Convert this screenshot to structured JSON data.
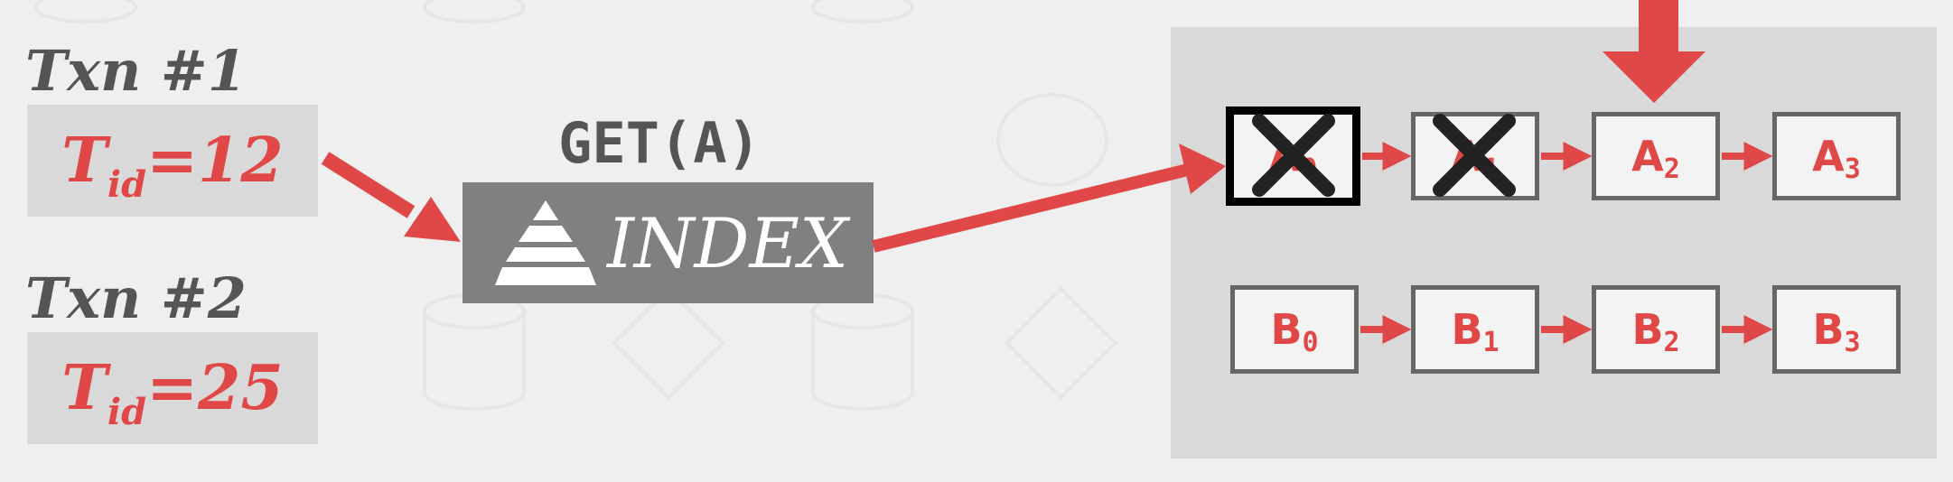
{
  "transactions": [
    {
      "title": "Txn #1",
      "tid_symbol": "T",
      "tid_subscript": "id",
      "tid_value": "=12"
    },
    {
      "title": "Txn #2",
      "tid_symbol": "T",
      "tid_subscript": "id",
      "tid_value": "=25"
    }
  ],
  "index": {
    "operation_label": "GET(A)",
    "label": "INDEX"
  },
  "version_chains": {
    "row_a": [
      {
        "letter": "A",
        "sub": "0",
        "crossed": true,
        "selected": true
      },
      {
        "letter": "A",
        "sub": "1",
        "crossed": true,
        "selected": false
      },
      {
        "letter": "A",
        "sub": "2",
        "crossed": false,
        "selected": false
      },
      {
        "letter": "A",
        "sub": "3",
        "crossed": false,
        "selected": false
      }
    ],
    "row_b": [
      {
        "letter": "B",
        "sub": "0",
        "crossed": false,
        "selected": false
      },
      {
        "letter": "B",
        "sub": "1",
        "crossed": false,
        "selected": false
      },
      {
        "letter": "B",
        "sub": "2",
        "crossed": false,
        "selected": false
      },
      {
        "letter": "B",
        "sub": "3",
        "crossed": false,
        "selected": false
      }
    ]
  },
  "colors": {
    "accent": "#e04848",
    "box_gray": "#d9d9d9",
    "index_gray": "#808080",
    "text_gray": "#555555"
  }
}
